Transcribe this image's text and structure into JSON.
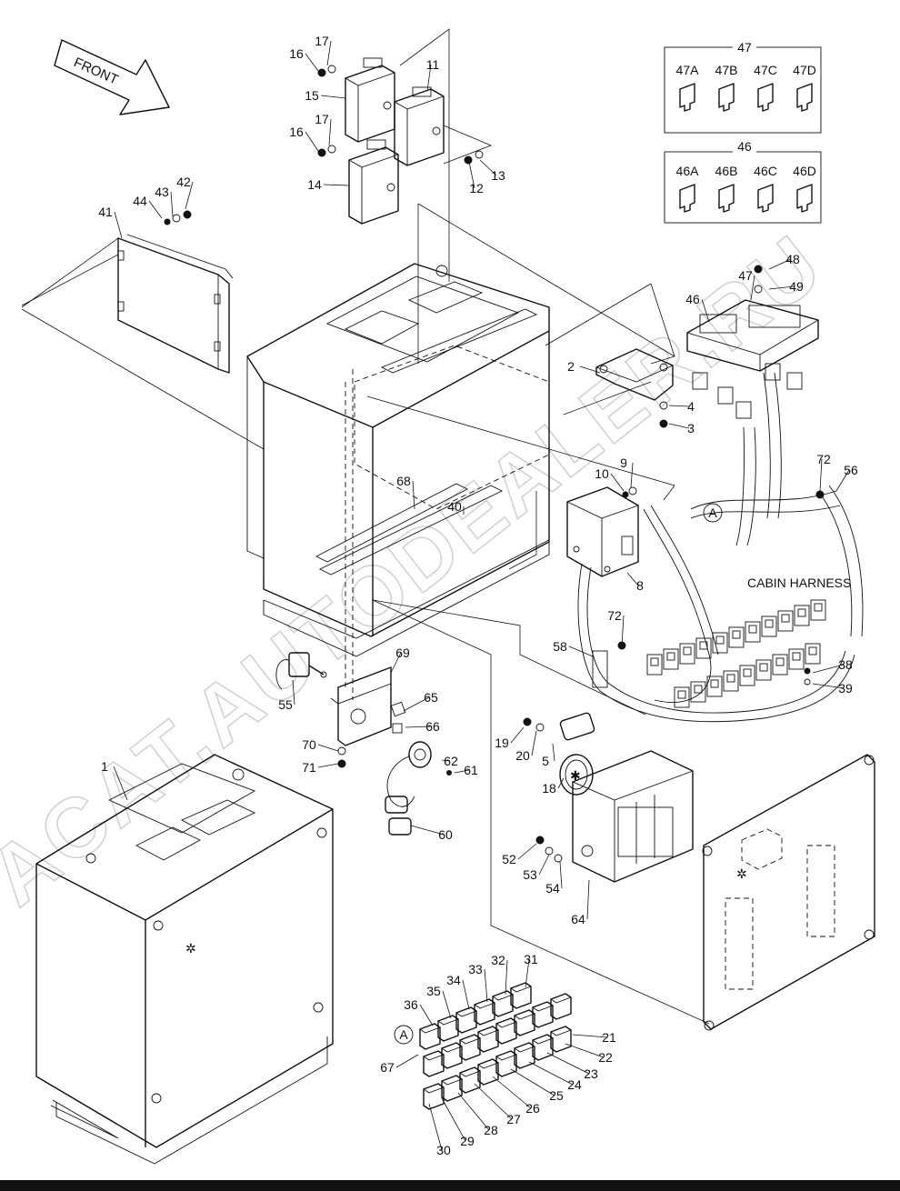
{
  "front_arrow": {
    "label": "FRONT"
  },
  "cabin_harness_label": "CABIN HARNESS",
  "watermark": "ACAT.AUTODEALER.RU",
  "callout_circles": [
    "A",
    "A"
  ],
  "fuse_box_47": {
    "title": "47",
    "fuses": [
      "47A",
      "47B",
      "47C",
      "47D"
    ]
  },
  "fuse_box_46": {
    "title": "46",
    "fuses": [
      "46A",
      "46B",
      "46C",
      "46D"
    ]
  },
  "part_numbers": [
    "1",
    "2",
    "3",
    "4",
    "5",
    "8",
    "9",
    "10",
    "11",
    "12",
    "13",
    "14",
    "15",
    "16",
    "16",
    "17",
    "17",
    "18",
    "19",
    "20",
    "21",
    "22",
    "23",
    "24",
    "25",
    "26",
    "27",
    "28",
    "29",
    "30",
    "31",
    "32",
    "33",
    "34",
    "35",
    "36",
    "38",
    "39",
    "40",
    "41",
    "42",
    "43",
    "44",
    "46",
    "47",
    "48",
    "49",
    "52",
    "53",
    "54",
    "55",
    "56",
    "58",
    "60",
    "61",
    "62",
    "64",
    "65",
    "66",
    "67",
    "68",
    "69",
    "70",
    "71",
    "72",
    "72"
  ]
}
